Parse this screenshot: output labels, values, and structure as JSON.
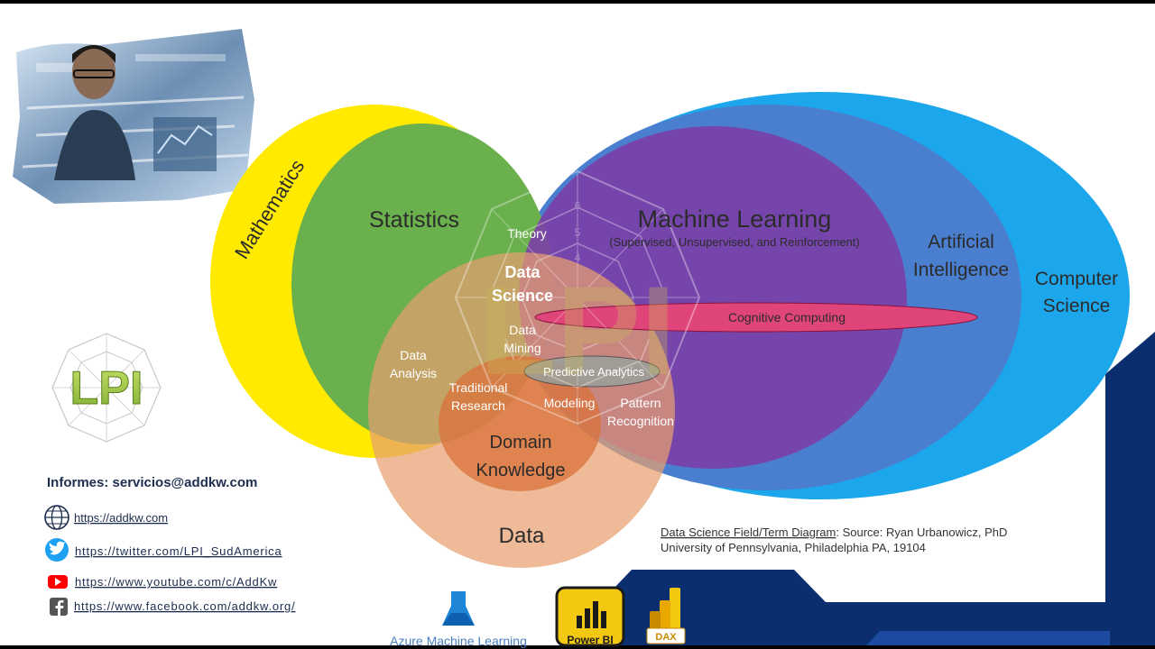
{
  "labels": {
    "mathematics": "Mathematics",
    "statistics": "Statistics",
    "machine_learning": "Machine Learning",
    "ml_subtitle": "(Supervised, Unsupervised, and Reinforcement)",
    "ai_line1": "Artificial",
    "ai_line2": "Intelligence",
    "cs_line1": "Computer",
    "cs_line2": "Science",
    "theory": "Theory",
    "ds_line1": "Data",
    "ds_line2": "Science",
    "dm_line1": "Data",
    "dm_line2": "Mining",
    "da_line1": "Data",
    "da_line2": "Analysis",
    "tr_line1": "Traditional",
    "tr_line2": "Research",
    "cognitive": "Cognitive Computing",
    "predictive": "Predictive Analytics",
    "modeling": "Modeling",
    "pr_line1": "Pattern",
    "pr_line2": "Recognition",
    "dk_line1": "Domain",
    "dk_line2": "Knowledge",
    "data": "Data"
  },
  "source": {
    "link": "Data Science Field/Term Diagram",
    "rest1": ": Source: Ryan Urbanowicz, PhD",
    "line2": "University of Pennsylvania, Philadelphia PA, 19104"
  },
  "contact": {
    "informes": "Informes: servicios@addkw.com",
    "website": "https://addkw.com",
    "twitter": "https://twitter.com/LPI_SudAmerica",
    "youtube": "https://www.youtube.com/c/AddKw",
    "facebook": "https://www.facebook.com/addkw.org/"
  },
  "watermark": "LPI",
  "logo": "LPI",
  "bottom_logos": {
    "azure": "Azure Machine Learning",
    "powerbi": "Power BI",
    "dax": "DAX"
  },
  "icons": [
    "globe-icon",
    "twitter-icon",
    "youtube-icon",
    "facebook-icon",
    "azure-ml-icon",
    "power-bi-icon",
    "dax-icon"
  ],
  "colors": {
    "mathematics": "#ffea00",
    "statistics": "#6ab04c",
    "computer_science": "#1ca7ec",
    "artificial_intelligence": "#4a7fd0",
    "machine_learning": "#7b3fa6",
    "data": "#e8a070",
    "domain_knowledge": "#d9703a",
    "cognitive": "#e0457a",
    "navy": "#0a2e6e",
    "text_navy": "#1c2d4f"
  }
}
